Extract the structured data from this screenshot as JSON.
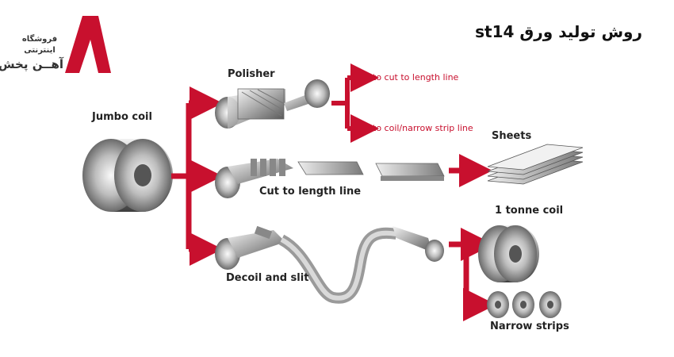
{
  "title": "روش تولید ورق st14",
  "logo": {
    "line1": "فروشگاه",
    "line2": "اینترنتی",
    "line3": "آهــن پخش",
    "brand_color": "#c8102e"
  },
  "labels": {
    "jumbo_coil": "Jumbo coil",
    "polisher": "Polisher",
    "cut_to_length_line": "Cut to length line",
    "decoil_and_slit": "Decoil and slit",
    "sheets": "Sheets",
    "one_tonne_coil": "1 tonne coil",
    "narrow_strips": "Narrow strips",
    "to_cut_to_length_line": "to cut to length line",
    "to_coil_narrow_strip_line": "to coil/narrow strip line"
  },
  "colors": {
    "arrow_red": "#c8102e",
    "steel_dark": "#555555",
    "steel_light": "#e6e6e6"
  }
}
